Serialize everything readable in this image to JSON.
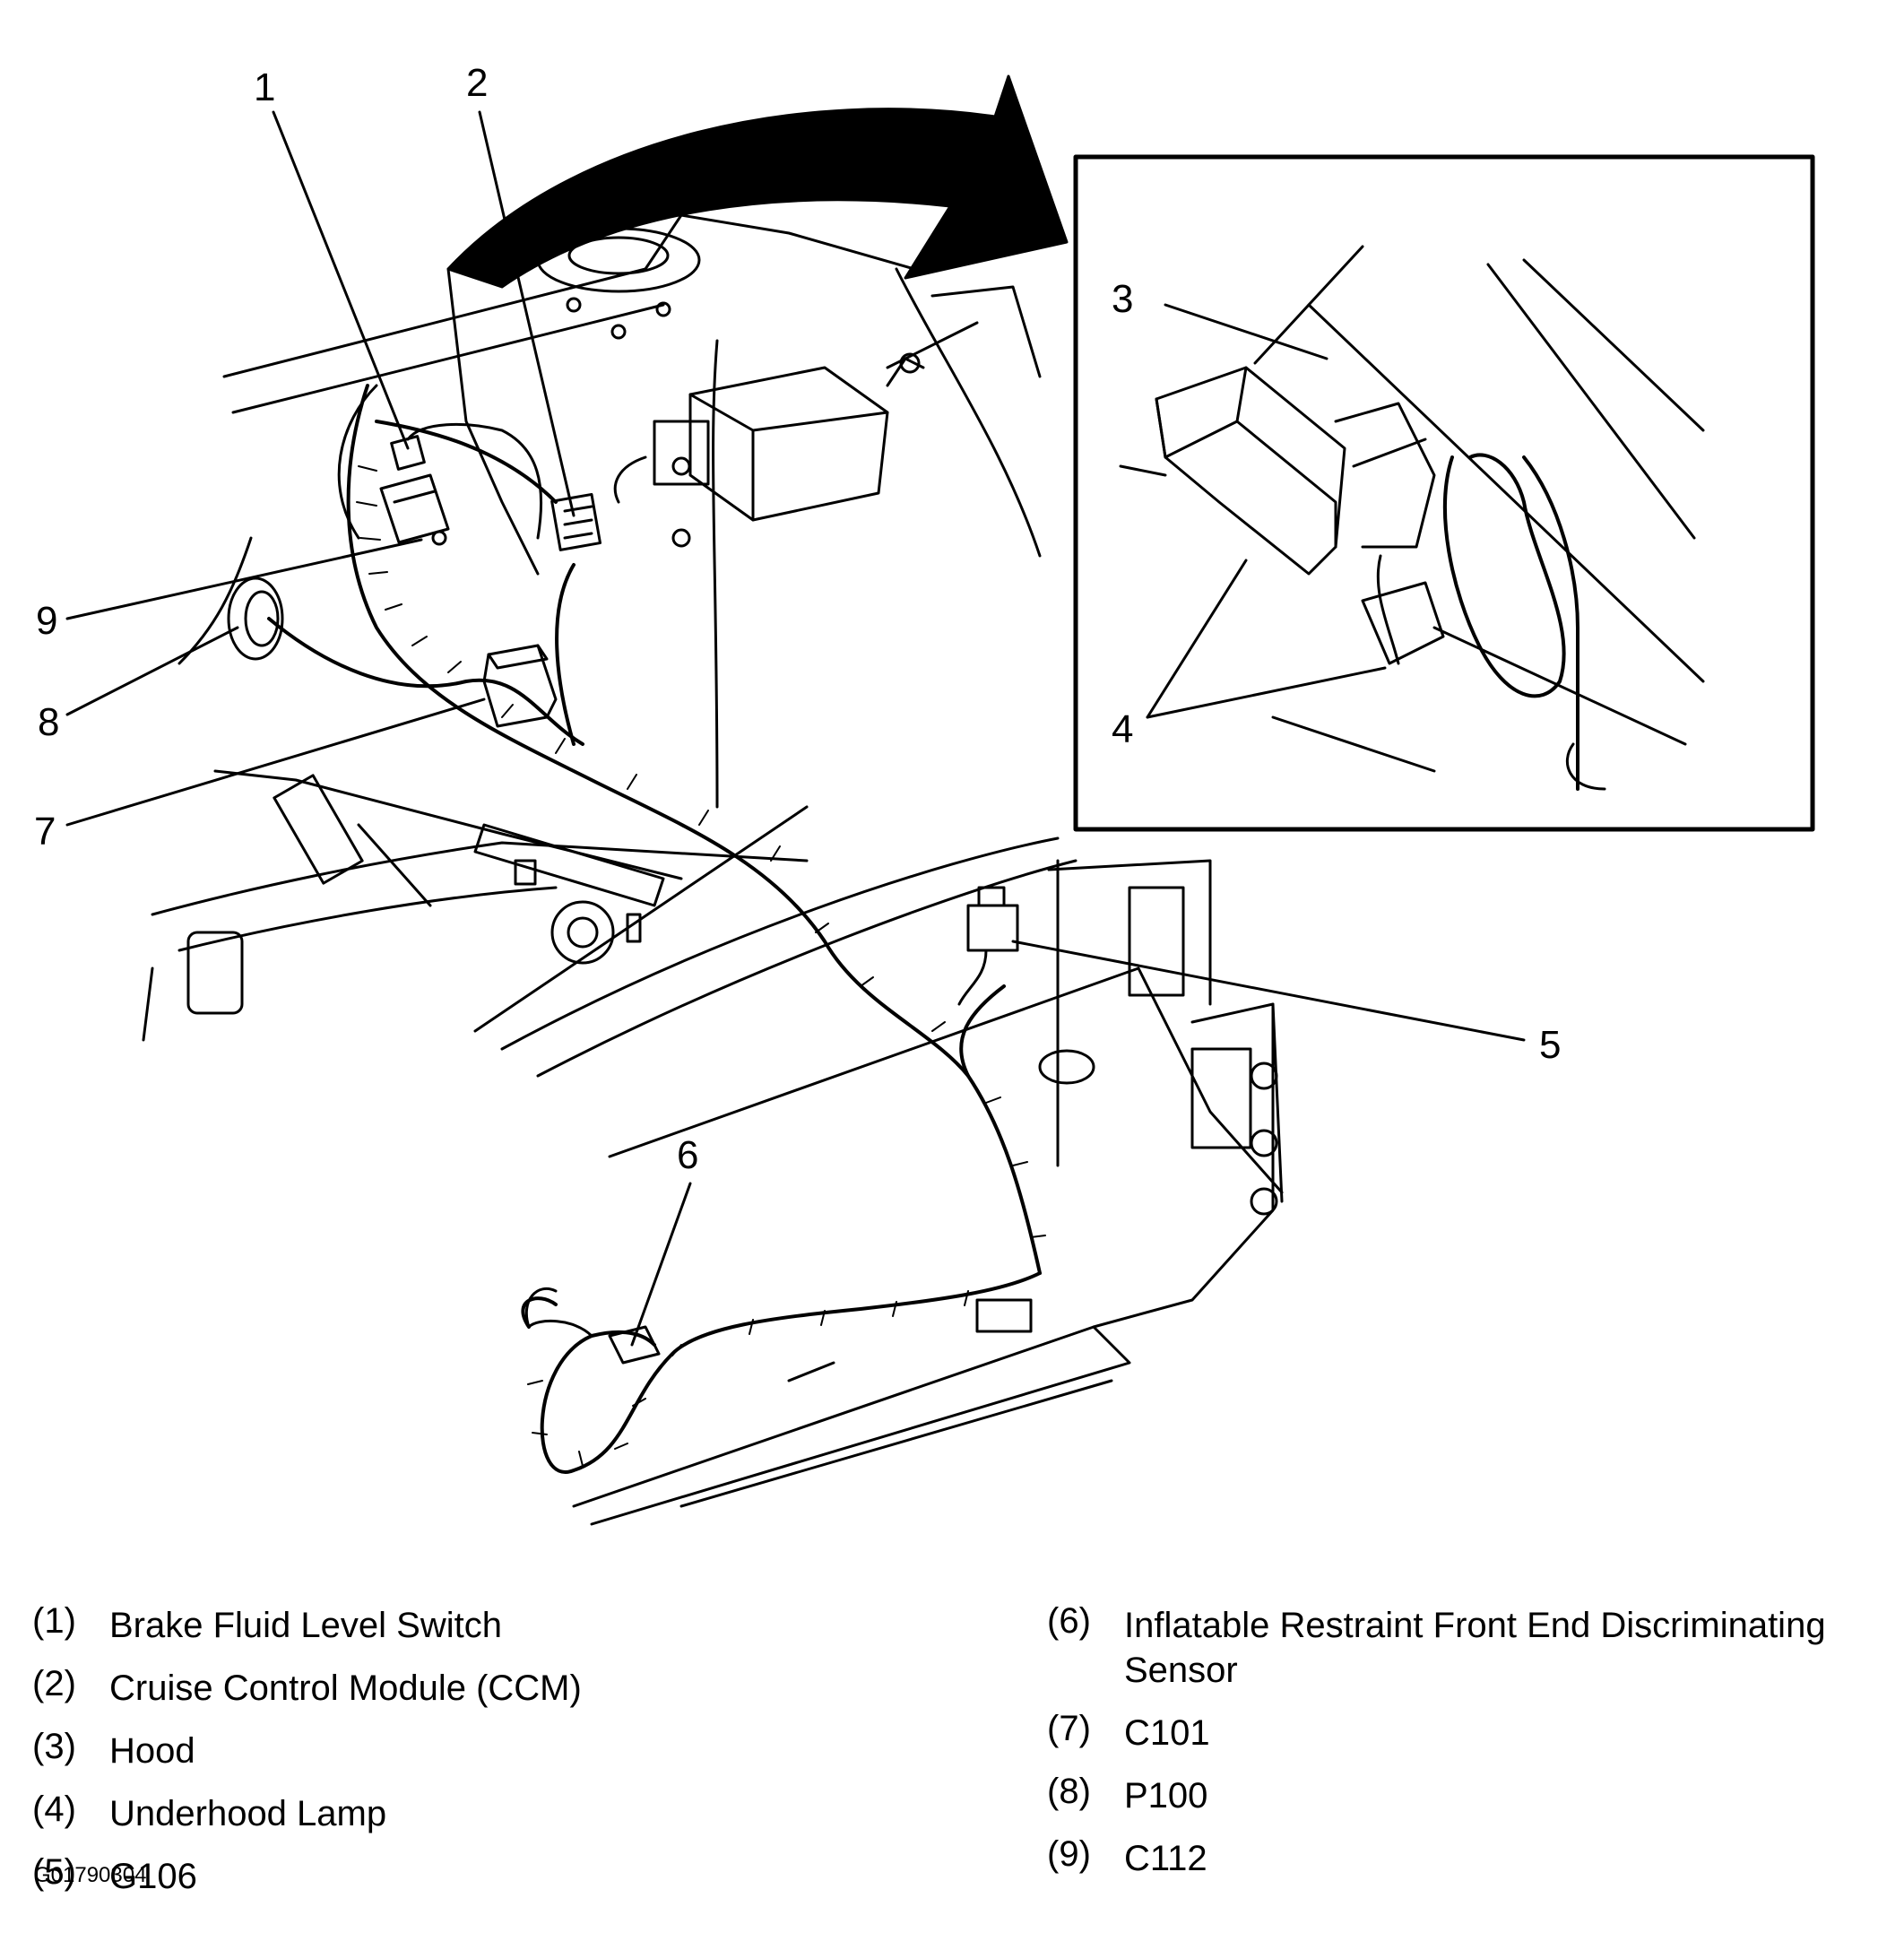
{
  "callouts": {
    "c1": "1",
    "c2": "2",
    "c3": "3",
    "c4": "4",
    "c5": "5",
    "c6": "6",
    "c7": "7",
    "c8": "8",
    "c9": "9"
  },
  "legend": {
    "left": [
      {
        "num": "(1)",
        "desc": "Brake Fluid Level Switch"
      },
      {
        "num": "(2)",
        "desc": "Cruise Control Module (CCM)"
      },
      {
        "num": "(3)",
        "desc": "Hood"
      },
      {
        "num": "(4)",
        "desc": "Underhood Lamp"
      },
      {
        "num": "(5)",
        "desc": "G106"
      }
    ],
    "right": [
      {
        "num": "(6)",
        "desc": "Inflatable Restraint Front End Discriminating Sensor"
      },
      {
        "num": "(7)",
        "desc": "C101"
      },
      {
        "num": "(8)",
        "desc": "P100"
      },
      {
        "num": "(9)",
        "desc": "C112"
      }
    ]
  },
  "figure_id": "G01790304",
  "colors": {
    "line": "#000000",
    "background": "#ffffff"
  }
}
